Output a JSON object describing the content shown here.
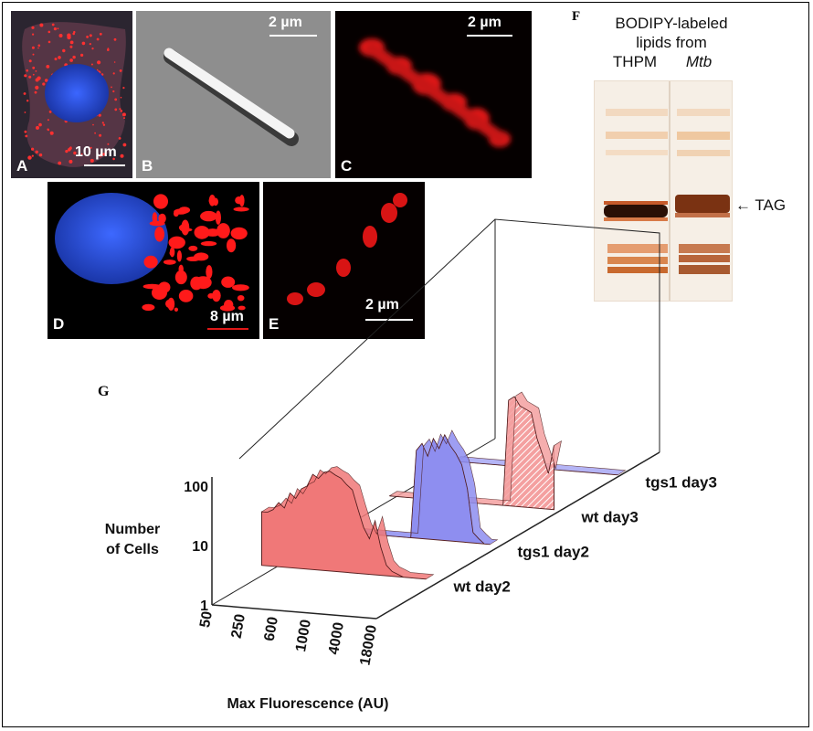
{
  "figure": {
    "panels": {
      "A": {
        "label": "A",
        "scale": "10 µm"
      },
      "B": {
        "label": "B",
        "scale": "2 µm"
      },
      "C": {
        "label": "C",
        "scale": "2 µm"
      },
      "D": {
        "label": "D",
        "scale": "8 µm"
      },
      "E": {
        "label": "E",
        "scale": "2 µm"
      },
      "F": {
        "label": "F",
        "title_line1": "BODIPY-labeled",
        "title_line2": "lipids from",
        "lane1": "THPM",
        "lane2": "Mtb",
        "arrow_label": "← TAG"
      },
      "G": {
        "label": "G"
      }
    },
    "colors": {
      "nucleus": "#2a50d8",
      "lipid": "#e81010",
      "wt": "#f07878",
      "tgs1": "#8e8ef0"
    }
  },
  "chart_data": {
    "type": "area",
    "title": "",
    "xlabel": "Max Fluorescence (AU)",
    "ylabel_line1": "Number",
    "ylabel_line2": "of Cells",
    "y_scale": "log",
    "ylim": [
      1,
      100
    ],
    "y_ticks": [
      "1",
      "10",
      "100"
    ],
    "x_ticks": [
      "50",
      "250",
      "600",
      "1000",
      "4000",
      "18000"
    ],
    "series": [
      {
        "name": "wt day2",
        "color": "#f07878",
        "values": [
          8,
          8,
          9,
          12,
          10,
          18,
          15,
          22,
          25,
          40,
          35,
          45,
          48,
          42,
          38,
          30,
          25,
          12,
          6,
          4,
          8,
          3,
          1.5,
          1.2,
          1.1,
          1,
          1,
          1,
          1,
          1
        ]
      },
      {
        "name": "tgs1 day2",
        "color": "#8e8ef0",
        "values": [
          1,
          1,
          1,
          1,
          1,
          1,
          1,
          1,
          1,
          1,
          1,
          1,
          1,
          1,
          1,
          1,
          30,
          40,
          25,
          50,
          35,
          60,
          40,
          30,
          20,
          8,
          1.5,
          1.2,
          1,
          1
        ]
      },
      {
        "name": "wt day3",
        "color": "#f4a0a0",
        "values": [
          1,
          1,
          1,
          1,
          1,
          1,
          1,
          1,
          1,
          1,
          1,
          1,
          1,
          1,
          1,
          1,
          1,
          1,
          1,
          1,
          1,
          60,
          70,
          50,
          45,
          40,
          15,
          8,
          4,
          12
        ]
      },
      {
        "name": "tgs1 day3",
        "color": "#a8a8f4",
        "values": [
          1,
          1,
          1,
          1,
          1,
          1,
          1,
          1,
          1,
          1,
          1,
          1,
          1,
          1,
          1,
          1,
          1,
          1,
          1,
          1,
          1,
          1,
          1,
          1,
          1,
          1,
          1,
          1,
          1,
          1
        ]
      }
    ]
  }
}
